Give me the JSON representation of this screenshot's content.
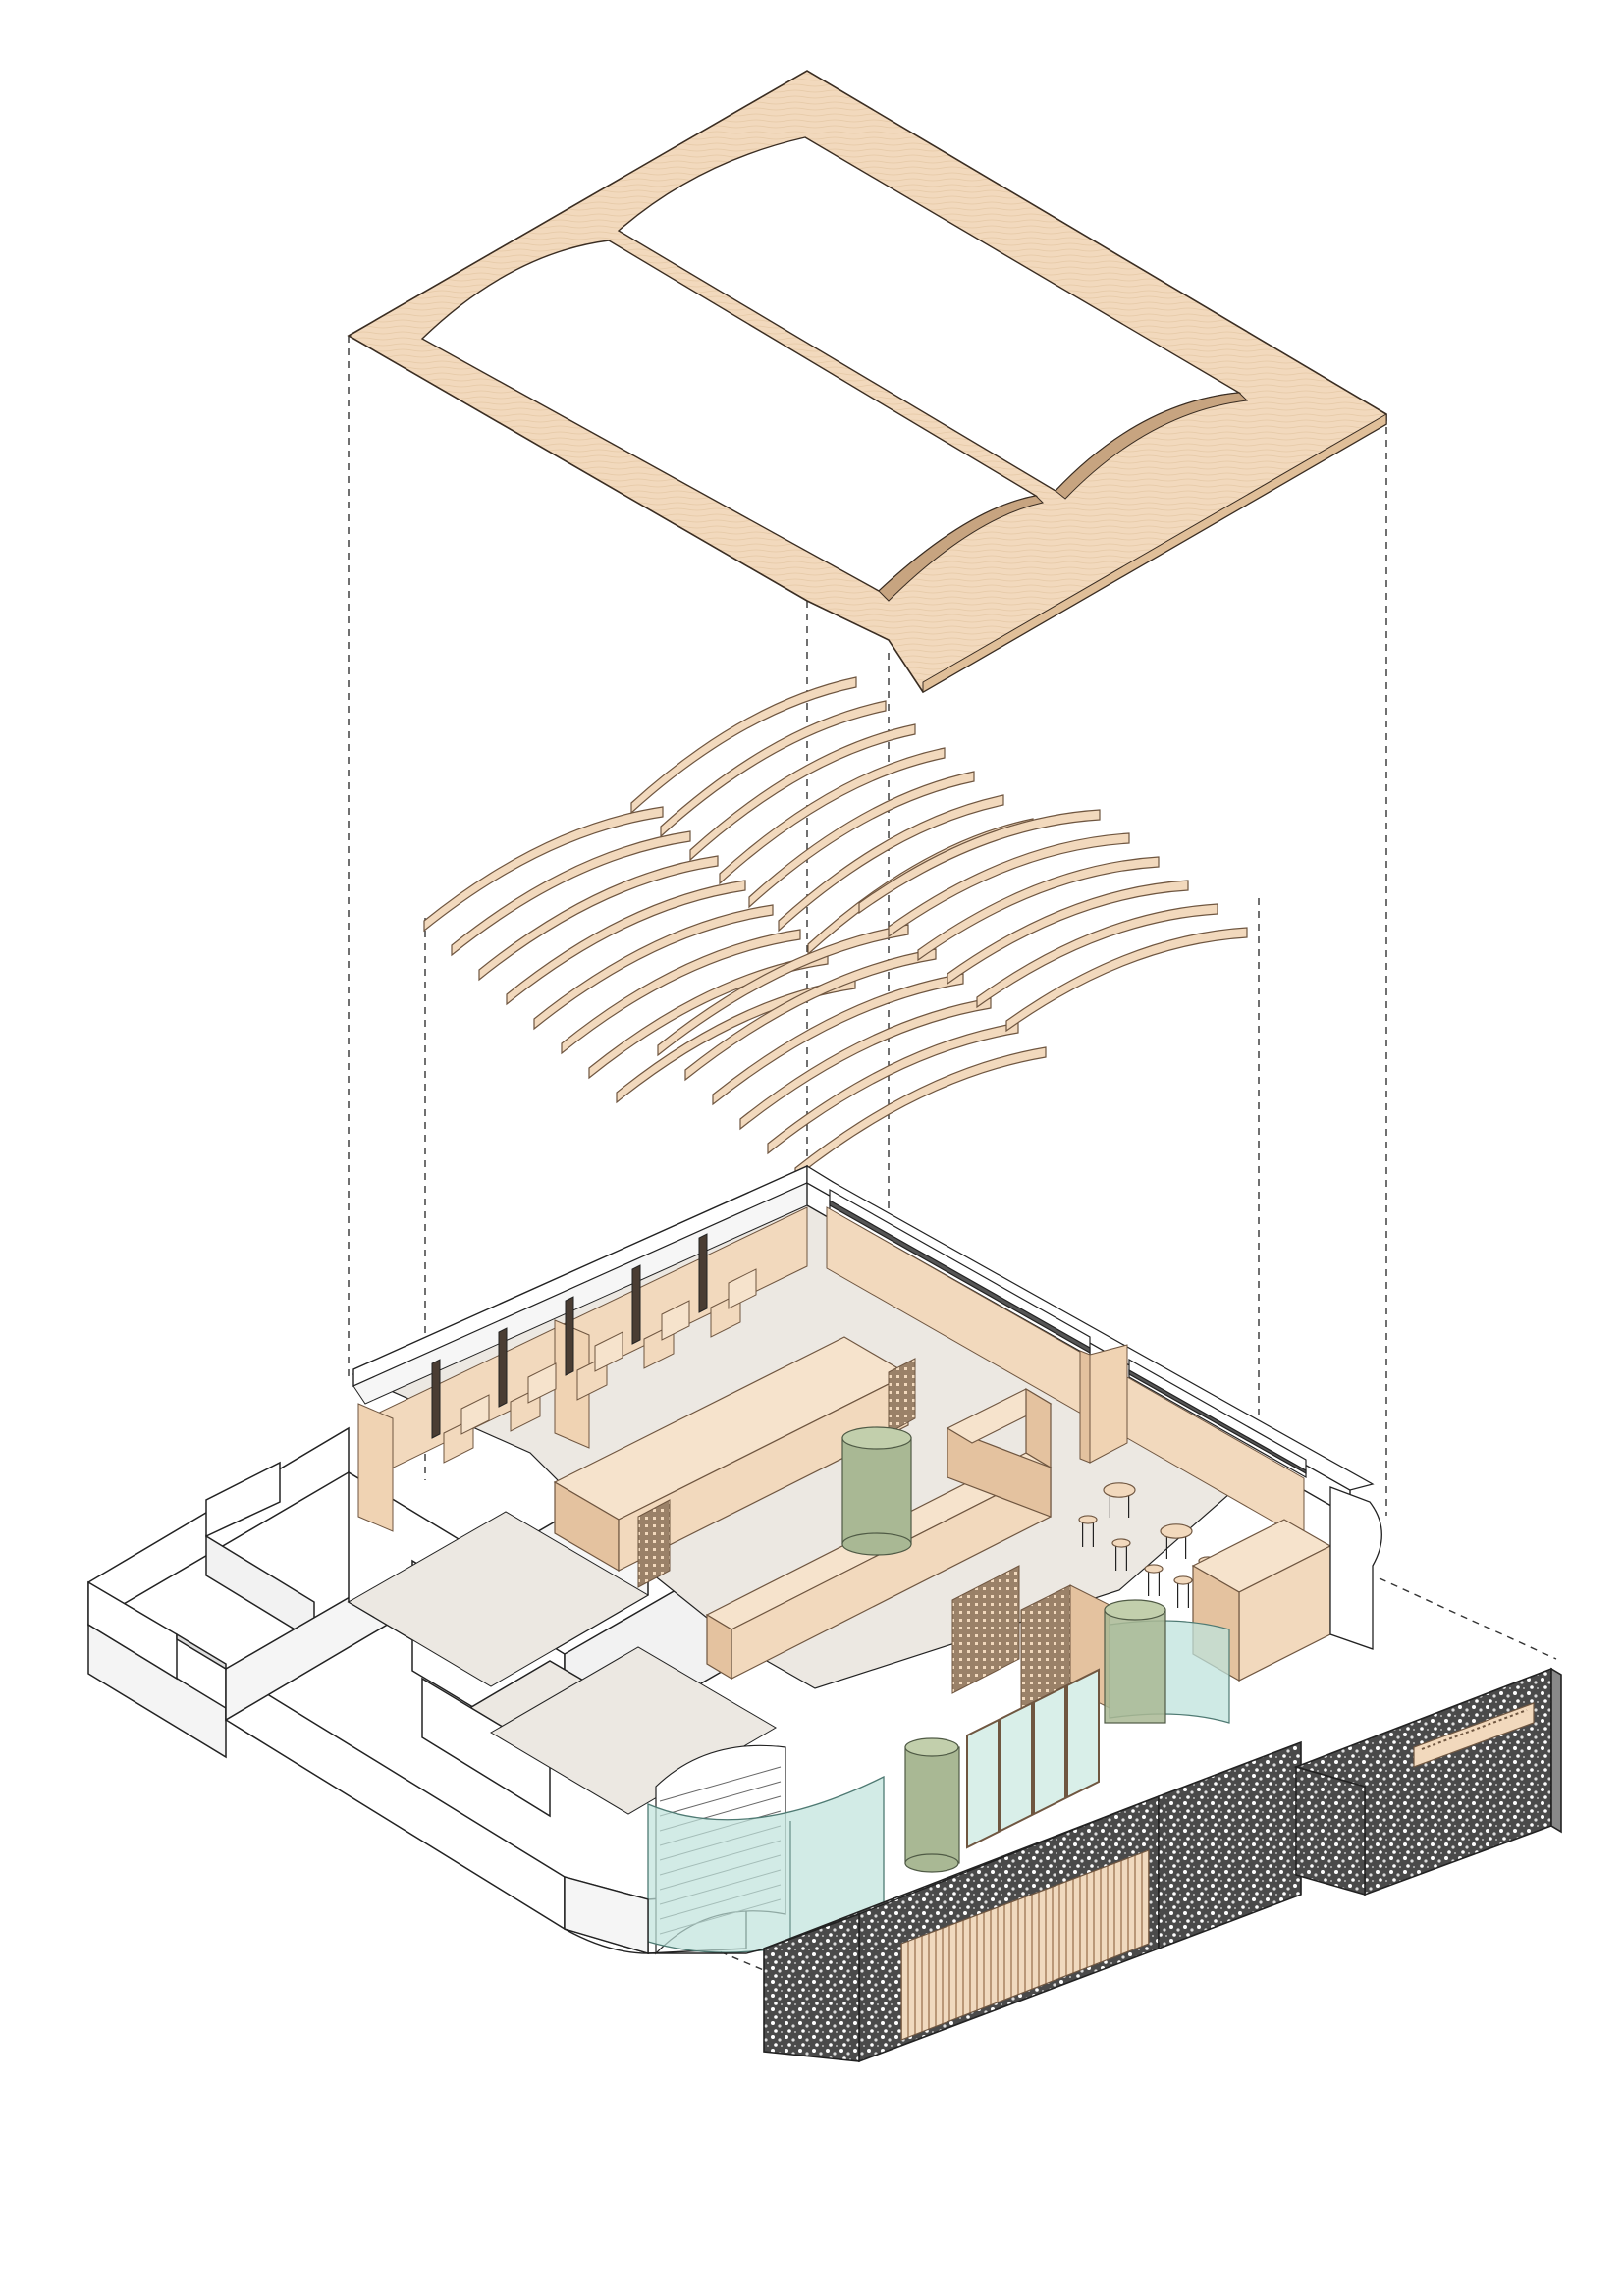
{
  "diagram": {
    "kind": "exploded-axonometric",
    "labels": [],
    "colors": {
      "wood": "#f2d9bd",
      "wood_dark": "#e4c29f",
      "wood_line": "#6f5640",
      "wall": "#ffffff",
      "wall_side": "#f1f1f1",
      "floor": "#ece8e2",
      "glass": "#bfe3dc",
      "column": "#a9b894",
      "terrazzo": "#595959",
      "line": "#222222"
    },
    "layers": [
      {
        "id": "ceiling-panel",
        "name": ""
      },
      {
        "id": "timber-ribs",
        "name": ""
      },
      {
        "id": "floor-plan",
        "name": ""
      },
      {
        "id": "facade-wall",
        "name": ""
      }
    ]
  }
}
